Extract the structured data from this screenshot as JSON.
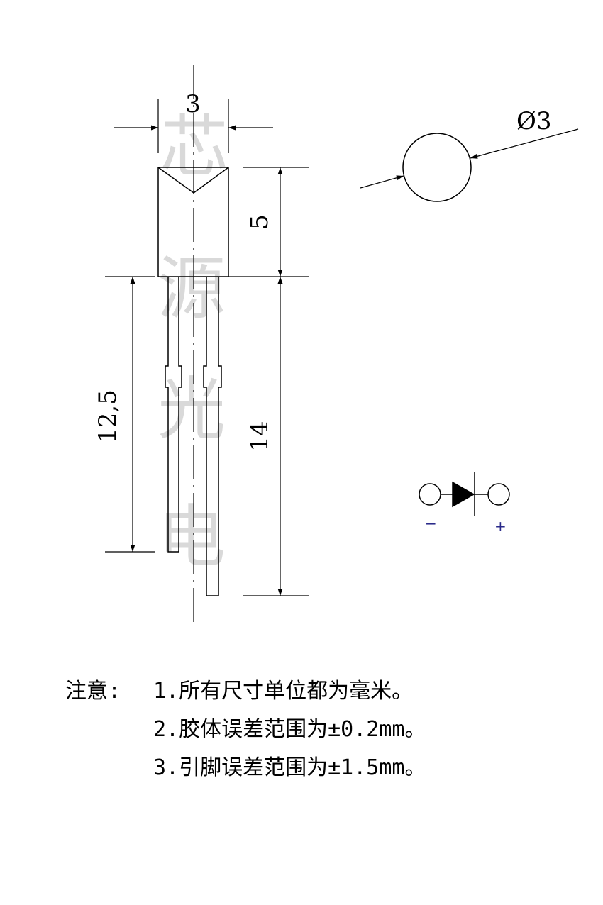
{
  "watermark": [
    "芯",
    "源",
    "光",
    "电"
  ],
  "dimensions": {
    "body_width": "3",
    "body_height": "5",
    "lead_short": "12,5",
    "lead_long": "14",
    "diameter": "Ø3"
  },
  "polarity": {
    "minus": "−",
    "plus": "+"
  },
  "notes": {
    "label": "注意:",
    "items": [
      "1.所有尺寸单位都为毫米。",
      "2.胶体误差范围为±0.2mm。",
      "3.引脚误差范围为±1.5mm。"
    ]
  }
}
